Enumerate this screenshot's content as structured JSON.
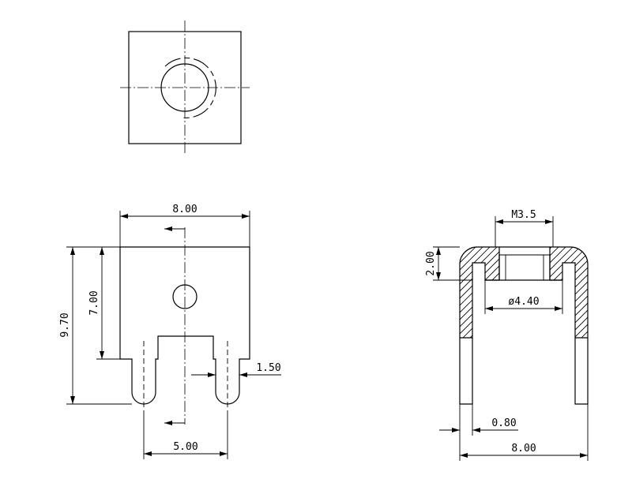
{
  "dimensions": {
    "front_width": "8.00",
    "front_height_total": "9.70",
    "front_height_upper": "7.00",
    "front_slot_width": "1.50",
    "front_slot_pitch": "5.00",
    "side_thread": "M3.5",
    "side_height": "2.00",
    "side_bore": "ø4.40",
    "side_wall": "0.80",
    "side_width": "8.00"
  },
  "colors": {
    "line": "#000000",
    "background": "#ffffff"
  }
}
